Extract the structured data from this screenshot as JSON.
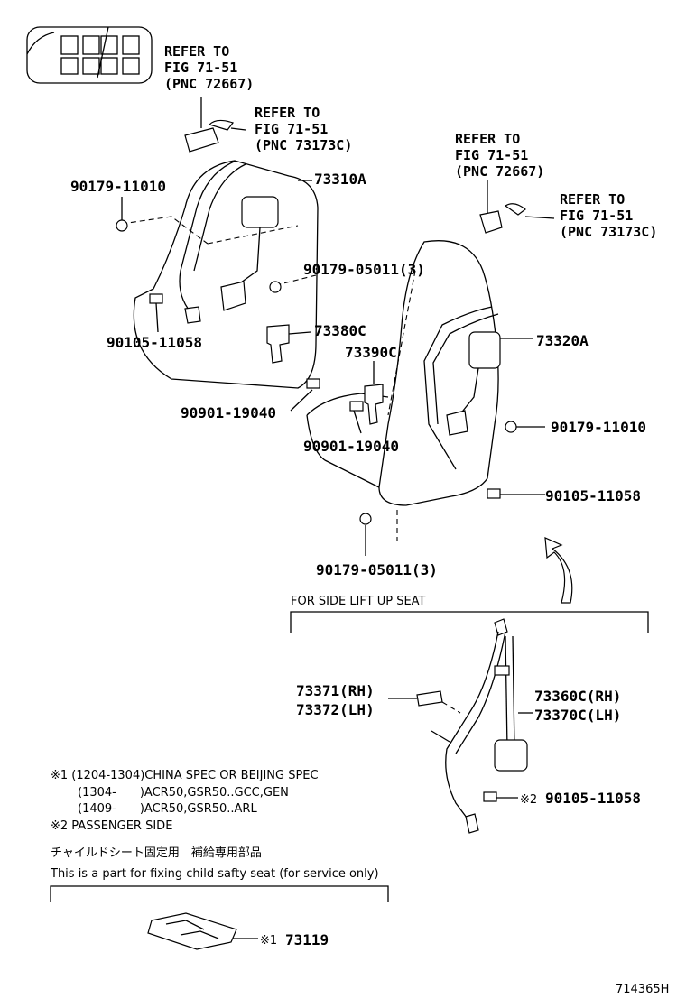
{
  "refs": {
    "ref1": {
      "line1": "REFER TO",
      "line2": "FIG 71-51",
      "line3": "(PNC 72667)"
    },
    "ref2": {
      "line1": "REFER TO",
      "line2": "FIG 71-51",
      "line3": "(PNC 73173C)"
    },
    "ref3": {
      "line1": "REFER TO",
      "line2": "FIG 71-51",
      "line3": "(PNC 72667)"
    },
    "ref4": {
      "line1": "REFER TO",
      "line2": "FIG 71-51",
      "line3": "(PNC 73173C)"
    }
  },
  "parts": {
    "p73310A": "73310A",
    "p90179_11010_a": "90179-11010",
    "p90179_05011_a": "90179-05011(3)",
    "p90105_11058_a": "90105-11058",
    "p73380C": "73380C",
    "p73390C": "73390C",
    "p90901_19040_a": "90901-19040",
    "p90901_19040_b": "90901-19040",
    "p73320A": "73320A",
    "p90179_11010_b": "90179-11010",
    "p90105_11058_b": "90105-11058",
    "p90179_05011_b": "90179-05011(3)",
    "p73371": "73371(RH)",
    "p73372": "73372(LH)",
    "p73360C": "73360C(RH)",
    "p73370C": "73370C(LH)",
    "p90105_11058_c": "90105-11058",
    "p90105_11058_c_mark": "※2",
    "p73119": "73119",
    "p73119_mark": "※1"
  },
  "section": {
    "side_lift": "FOR SIDE LIFT UP SEAT",
    "jp_title": "チャイルドシート固定用　補給専用部品",
    "en_title": "This is a part for fixing child safty seat (for service only)"
  },
  "notes": {
    "n1": "※1 (1204-1304)CHINA SPEC OR BEIJING SPEC",
    "n2": "(1304-　　)ACR50,GSR50..GCC,GEN",
    "n3": "(1409-　　)ACR50,GSR50..ARL",
    "n4": "※2 PASSENGER SIDE"
  },
  "figure_id": "714365H"
}
